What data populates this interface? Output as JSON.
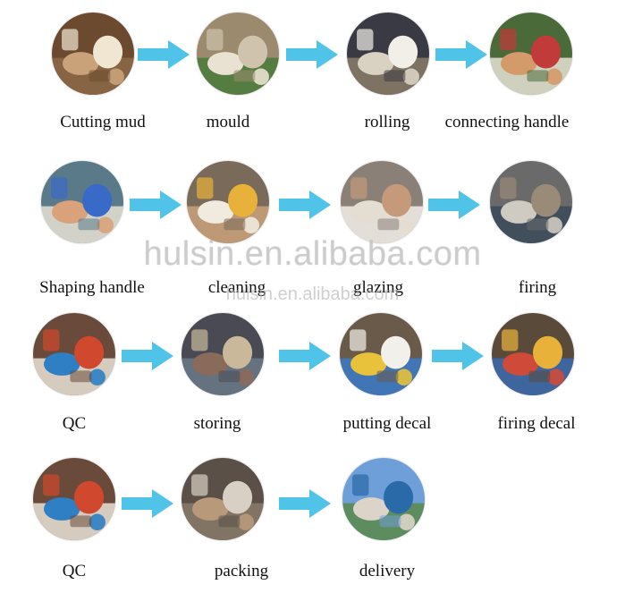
{
  "watermark": {
    "main": "hulsin.en.alibaba.com",
    "sub": "hulsin.en.alibaba.com"
  },
  "colors": {
    "arrow": "#4fc3e8",
    "label": "#111111"
  },
  "rows": [
    {
      "steps": [
        {
          "label": "Cutting mud",
          "photo": "workers cutting clay logs"
        },
        {
          "label": "mould",
          "photo": "plaster moulds"
        },
        {
          "label": "rolling",
          "photo": "rolling mug bodies"
        },
        {
          "label": "connecting handle",
          "photo": "attaching handle to mug"
        }
      ]
    },
    {
      "steps": [
        {
          "label": "Shaping handle",
          "photo": "hands shaping handles"
        },
        {
          "label": "cleaning",
          "photo": "sponging mug"
        },
        {
          "label": "glazing",
          "photo": "dipping in glaze"
        },
        {
          "label": "firing",
          "photo": "kiln loading"
        }
      ]
    },
    {
      "steps": [
        {
          "label": "QC",
          "photo": "inspection workers"
        },
        {
          "label": "storing",
          "photo": "warehouse stacks"
        },
        {
          "label": "putting decal",
          "photo": "decorated mugs"
        },
        {
          "label": "firing decal",
          "photo": "decal kiln"
        }
      ]
    },
    {
      "steps": [
        {
          "label": "QC",
          "photo": "inspection workers"
        },
        {
          "label": "packing",
          "photo": "carton warehouse"
        },
        {
          "label": "delivery",
          "photo": "trucks in yard"
        }
      ]
    }
  ]
}
